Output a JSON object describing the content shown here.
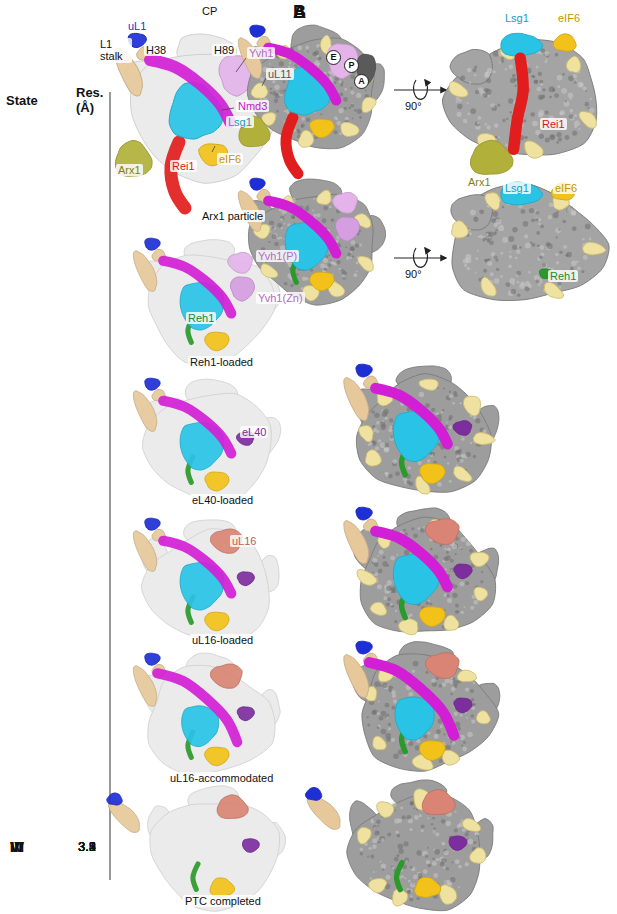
{
  "diagram": {
    "labels": [
      "A",
      "B",
      "State",
      "Res. (Å)",
      "I",
      "3.2",
      "CP",
      "uL1",
      "L1 stalk",
      "H38",
      "H89",
      "Yvh1",
      "uL11",
      "Nmd3",
      "Lsg1",
      "eIF6",
      "Rei1",
      "Arx1",
      "Arx1 particle",
      "E",
      "P",
      "A",
      "Lsg1",
      "eIF6",
      "Rei1",
      "Arx1",
      "90°",
      "II",
      "3.9",
      "Yvh1(P)",
      "Yvh1(Zn)",
      "Reh1",
      "Reh1-loaded",
      "Lsg1",
      "eIF6",
      "Reh1",
      "90°",
      "III",
      "3.1",
      "eL40",
      "eL40-loaded",
      "IV",
      "3.5",
      "uL16",
      "uL16-loaded",
      "V",
      "3.3",
      "uL16-accommodated",
      "VI",
      "3.4",
      "PTC completed"
    ]
  }
}
